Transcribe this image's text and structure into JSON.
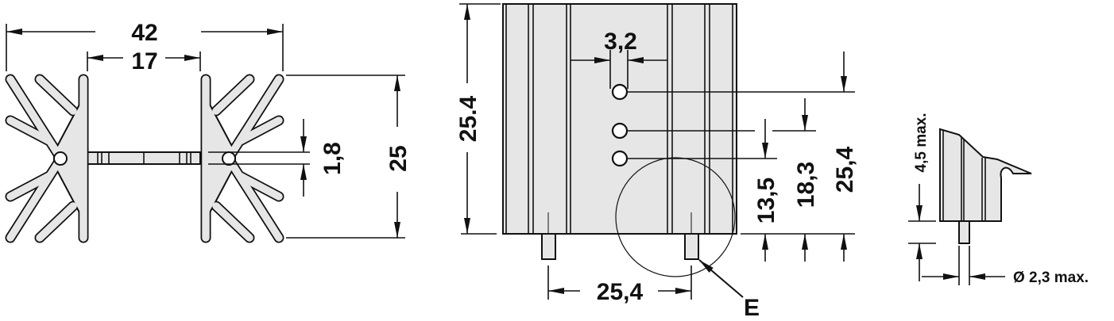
{
  "colors": {
    "body": "#e6e6e6",
    "line": "#111111"
  },
  "front_view": {
    "overall_width": "42",
    "inner_width": "17",
    "height": "25",
    "slot_thickness": "1,8"
  },
  "side_view": {
    "height": "25.4",
    "hole_diameter": "3,2",
    "hole_heights": [
      "13,5",
      "18,3",
      "25,4"
    ],
    "pin_spacing": "25,4",
    "detail_label": "E"
  },
  "detail_view": {
    "pin_length": "4,5 max.",
    "pin_diameter": "Ø 2,3 max."
  }
}
